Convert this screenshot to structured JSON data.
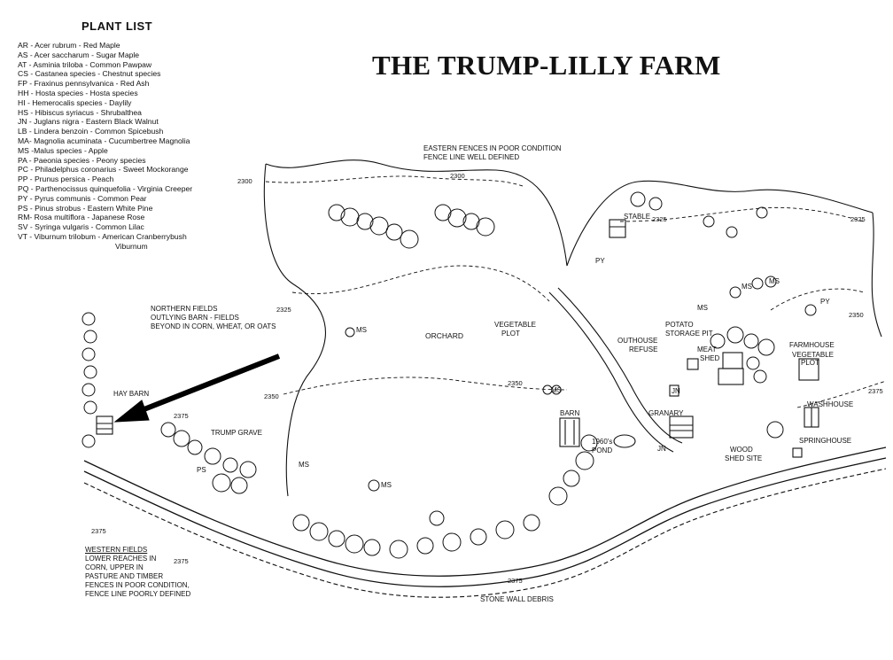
{
  "title": "THE TRUMP-LILLY FARM",
  "plant_list": {
    "heading": "PLANT LIST",
    "items": [
      "AR - Acer rubrum - Red Maple",
      "AS - Acer saccharum - Sugar Maple",
      "AT - Asminia triloba - Common Pawpaw",
      "CS - Castanea species - Chestnut species",
      "FP - Fraxinus pennsylvanica - Red Ash",
      "HH - Hosta species - Hosta species",
      "HI -  Hemerocalis species - Daylily",
      "HS - Hibiscus syriacus - Shrubalthea",
      "JN - Juglans nigra - Eastern Black Walnut",
      "LB - Lindera benzoin - Common Spicebush",
      "MA- Magnolia acuminata - Cucumbertree Magnolia",
      "MS -Malus species - Apple",
      "PA - Paeonia species - Peony species",
      "PC - Philadelphus coronarius - Sweet Mockorange",
      "PP - Prunus persica - Peach",
      "PQ - Parthenocissus quinquefolia - Virginia Creeper",
      "PY - Pyrus communis - Common Pear",
      "PS - Pinus strobus - Eastern White Pine",
      "RM- Rosa multiflora - Japanese Rose",
      "SV - Syringa vulgaris - Common Lilac",
      "VT - Viburnum trilobum - American Cranberrybush"
    ],
    "continuation": "Viburnum"
  },
  "notes": {
    "eastern_1": "EASTERN FENCES IN POOR CONDITION",
    "eastern_2": "FENCE LINE WELL DEFINED",
    "northern_1": "NORTHERN FIELDS",
    "northern_2": "OUTLYING BARN - FIELDS",
    "northern_3": "BEYOND IN CORN, WHEAT, OR OATS",
    "western_head": "WESTERN FIELDS",
    "western_1": "LOWER REACHES IN",
    "western_2": "CORN, UPPER IN",
    "western_3": "PASTURE AND TIMBER",
    "western_4": "FENCES IN POOR CONDITION,",
    "western_5": "FENCE LINE POORLY DEFINED",
    "stone_wall": "STONE WALL DEBRIS"
  },
  "features": {
    "hay_barn": "HAY BARN",
    "trump_grave": "TRUMP GRAVE",
    "orchard": "ORCHARD",
    "vegetable_plot_1": "VEGETABLE",
    "vegetable_plot_2": "PLOT",
    "barn": "BARN",
    "pond_1": "1960's",
    "pond_2": "POND",
    "stable": "STABLE",
    "outhouse": "OUTHOUSE",
    "refuse": "REFUSE",
    "potato_1": "POTATO",
    "potato_2": "STORAGE PIT",
    "meat_1": "MEAT",
    "meat_2": "SHED",
    "farmhouse": "FARMHOUSE",
    "veg2_1": "VEGETABLE",
    "veg2_2": "PLOT",
    "granary": "GRANARY",
    "washhouse": "WASHHOUSE",
    "springhouse": "SPRINGHOUSE",
    "woodshed_1": "WOOD",
    "woodshed_2": "SHED SITE"
  },
  "contours": {
    "c2300a": "2300",
    "c2300b": "2300",
    "c2325a": "2325",
    "c2325b": "2325",
    "c2325c": "2325",
    "c2350a": "2350",
    "c2350b": "2350",
    "c2350c": "2350",
    "c2375a": "2375",
    "c2375b": "2375",
    "c2375c": "2375",
    "c2375d": "2375",
    "c2375e": "2375"
  },
  "codes": {
    "ms1": "MS",
    "ms2": "MS",
    "ms3": "MS",
    "ms4": "MS",
    "ms5": "MS",
    "ms6": "MS",
    "ms7": "MS",
    "py1": "PY",
    "py2": "PY",
    "ps1": "PS",
    "jn1": "JN",
    "jn2": "JN"
  }
}
